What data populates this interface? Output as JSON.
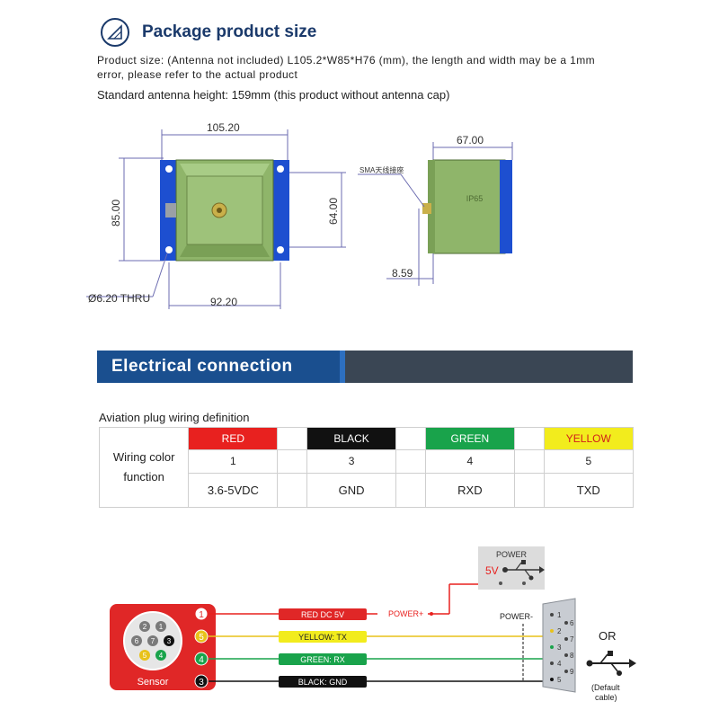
{
  "package": {
    "title": "Package product size",
    "size_line": "Product size: (Antenna not included)   L105.2*W85*H76 (mm), the length and width may be a 1mm error, please refer to the actual product",
    "antenna_line": "Standard antenna height: 159mm (this product without antenna cap)"
  },
  "drawing": {
    "front": {
      "top_width": "105.20",
      "height_left": "85.00",
      "height_right": "64.00",
      "bottom_width": "92.20",
      "hole": "Ø6.20 THRU"
    },
    "side": {
      "width": "67.00",
      "connector_label": "SMA天线接座",
      "bottom_offset": "8.59",
      "marking": "IP65"
    }
  },
  "electrical": {
    "title": "Electrical  connection"
  },
  "wiring_table": {
    "caption": "Aviation plug wiring definition",
    "function_label_1": "Wiring color",
    "function_label_2": "function",
    "wires": [
      {
        "color_name": "RED",
        "pin": "1",
        "function": "3.6-5VDC"
      },
      {
        "color_name": "BLACK",
        "pin": "3",
        "function": "GND"
      },
      {
        "color_name": "GREEN",
        "pin": "4",
        "function": "RXD"
      },
      {
        "color_name": "YELLOW",
        "pin": "5",
        "function": "TXD"
      }
    ]
  },
  "diagram": {
    "sensor_label": "Sensor",
    "sensor_pins": [
      "2",
      "1",
      "3",
      "6",
      "7",
      "5",
      "4"
    ],
    "connector_pins": [
      "1",
      "5",
      "4",
      "3"
    ],
    "wire_labels": [
      "RED DC 5V",
      "YELLOW: TX",
      "GREEN: RX",
      "BLACK: GND"
    ],
    "power_plus": "POWER+",
    "power_minus": "POWER-",
    "power_box_label": "POWER",
    "power_box_voltage": "5V",
    "db9_pins_left": [
      "1",
      "2",
      "3",
      "4",
      "5"
    ],
    "db9_pins_right": [
      "6",
      "7",
      "8",
      "9"
    ],
    "or_label": "OR",
    "default_cable_1": "(Default",
    "default_cable_2": "cable)"
  },
  "colors": {
    "title_blue": "#1b3a6b",
    "banner_blue": "#1a4f8f",
    "banner_gray": "#3a4654",
    "wire_red": "#e8211f",
    "wire_black": "#111111",
    "wire_green": "#19a34b",
    "wire_yellow": "#f2ec1d",
    "sensor_red": "#e02727",
    "housing_blue": "#1d4fd0",
    "housing_green": "#9ec27a"
  }
}
